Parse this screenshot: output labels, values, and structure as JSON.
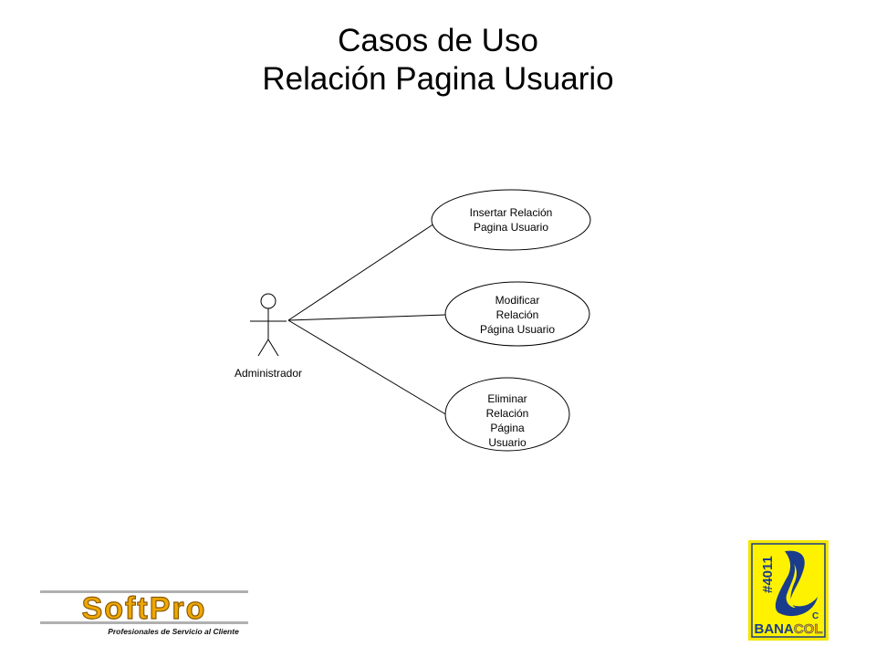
{
  "title": {
    "line1": "Casos de Uso",
    "line2": "Relación Pagina Usuario"
  },
  "actor": {
    "label": "Administrador"
  },
  "use_cases": [
    {
      "lines": [
        "Insertar Relación",
        "Pagina Usuario"
      ]
    },
    {
      "lines": [
        "Modificar",
        "Relación",
        "Página Usuario"
      ]
    },
    {
      "lines": [
        "Eliminar",
        "Relación",
        "Página",
        "Usuario"
      ]
    }
  ],
  "logos": {
    "softpro": {
      "name": "SoftPro",
      "tagline": "Profesionales de Servicio al Cliente",
      "color": "#f0a800"
    },
    "banacol": {
      "code": "#4011",
      "name_a": "BANA",
      "name_b": "COL",
      "mark": "C",
      "bg": "#f5e600",
      "blue": "#1a3c8c"
    }
  }
}
